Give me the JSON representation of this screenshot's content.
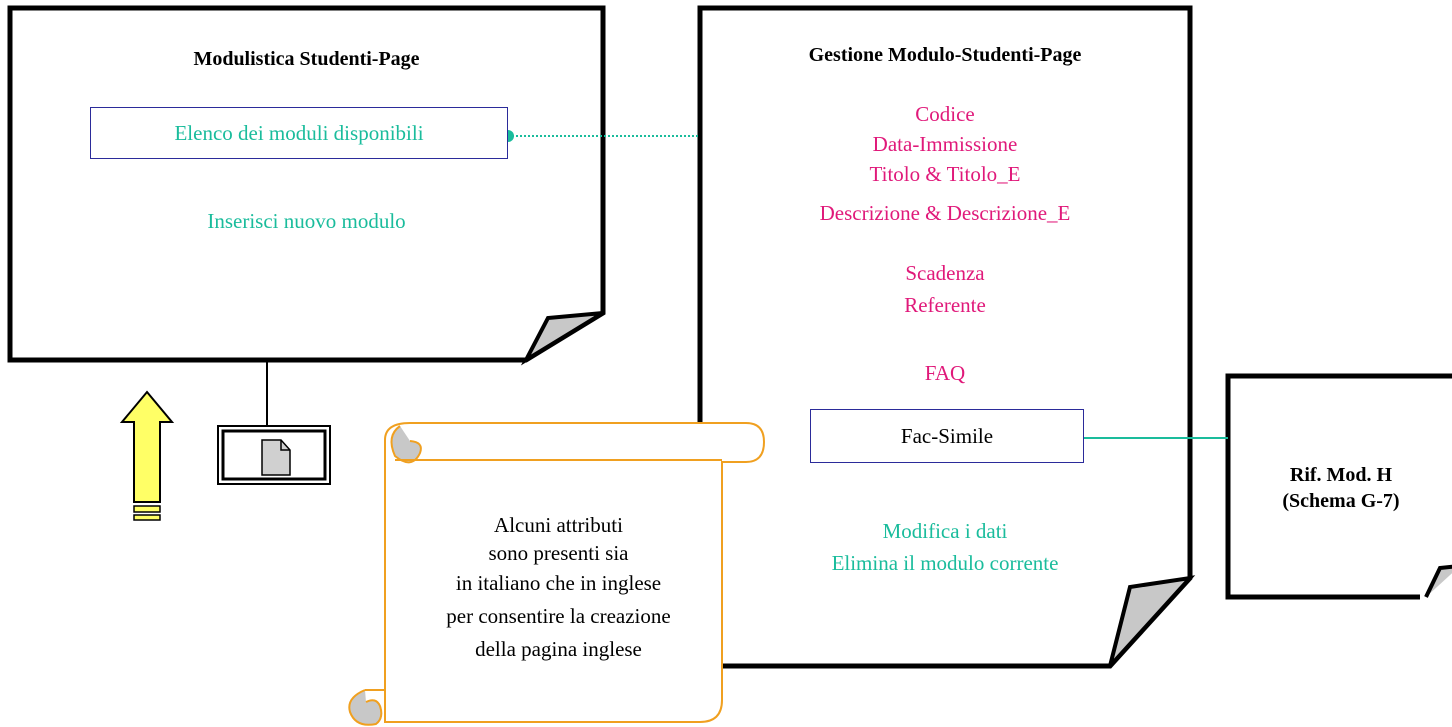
{
  "page1": {
    "title": "Modulistica Studenti-Page",
    "link_list": "Elenco dei moduli disponibili",
    "insert": "Inserisci nuovo modulo"
  },
  "page2": {
    "title": "Gestione Modulo-Studenti-Page",
    "attributes": [
      "Codice",
      "Data-Immissione",
      "Titolo & Titolo_E",
      "Descrizione & Descrizione_E",
      "Scadenza",
      "Referente",
      "FAQ"
    ],
    "facsimile": "Fac-Simile",
    "actions": [
      "Modifica i dati",
      "Elimina il modulo corrente"
    ]
  },
  "reference": {
    "line1": "Rif. Mod. H",
    "line2": "(Schema G-7)"
  },
  "note": {
    "lines": [
      "Alcuni attributi",
      "sono presenti sia",
      "in italiano che in inglese",
      "per consentire la creazione",
      "della pagina inglese"
    ]
  },
  "colors": {
    "green": "#1abc9c",
    "pink": "#e0197a",
    "link_border": "#2b2b9a",
    "arrow_fill": "#ffff66",
    "scroll_border": "#f0a020",
    "fold_gray": "#c8c8c8"
  },
  "icons": [
    "up-arrow-icon",
    "document-icon",
    "scroll-note"
  ]
}
